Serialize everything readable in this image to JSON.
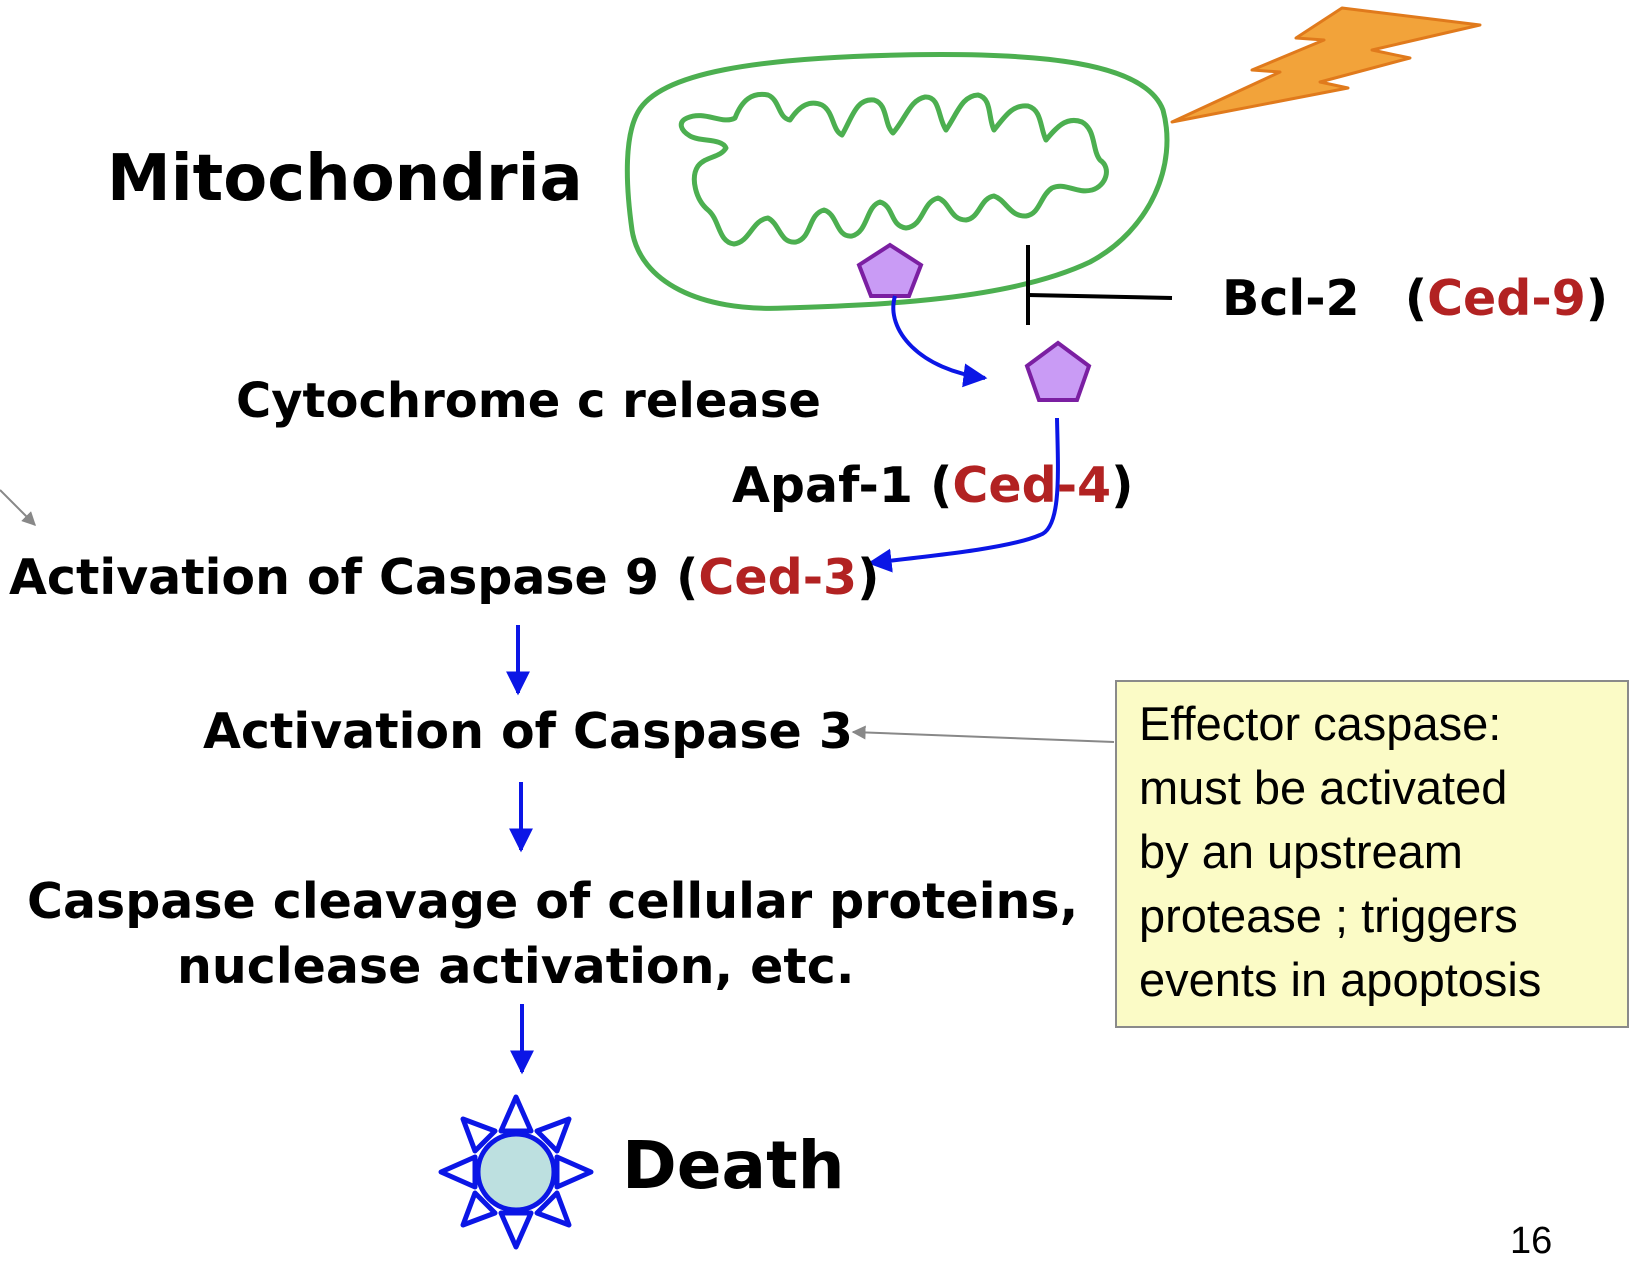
{
  "labels": {
    "mitochondria": "Mitochondria",
    "cytochrome": "Cytochrome c release",
    "bcl2": "Bcl-2",
    "ced9": "Ced-9",
    "apaf1": "Apaf-1",
    "ced4": "Ced-4",
    "caspase9": "Activation of Caspase 9",
    "ced3": "Ced-3",
    "caspase3": "Activation of Caspase 3",
    "cleavage_line1": "Caspase cleavage of cellular proteins,",
    "cleavage_line2": "nuclease activation, etc.",
    "death": "Death",
    "open_paren": "(",
    "close_paren": ")",
    "ced_paren_separator": " ("
  },
  "callout": {
    "lines": [
      "Effector caspase:",
      "must be activated",
      "by an upstream",
      "protease ; triggers",
      "events in apoptosis"
    ]
  },
  "page_number": "16",
  "colors": {
    "mitochondria_outline": "#4caf50",
    "pathway_arrows": "#0b16e6",
    "cytochrome_fill": "#c99bf5",
    "cytochrome_stroke": "#7b1fa2",
    "lightning_fill": "#f2a33a",
    "lightning_stroke": "#e07a1c",
    "ced_text": "#b22222",
    "death_icon_fill": "#bde0e0",
    "callout_background": "#fbfbc6"
  },
  "icons": {
    "lightning": "lightning-bolt-icon",
    "cytochrome": "pentagon-icon",
    "death": "starburst-icon"
  }
}
